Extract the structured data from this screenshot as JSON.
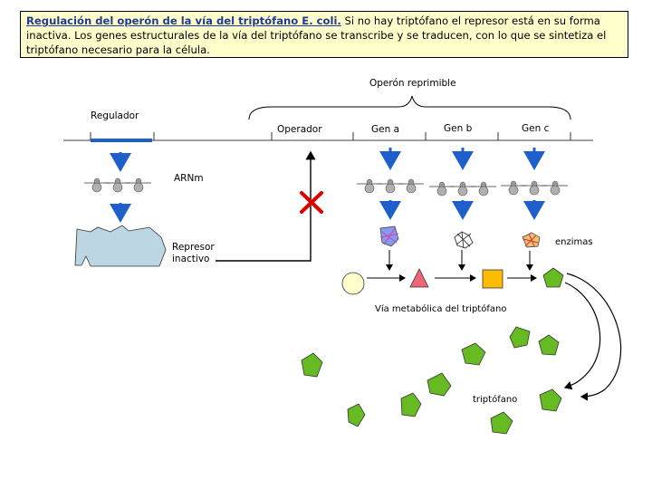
{
  "caption": {
    "title": "Regulación del operón de la vía del triptófano E. coli.",
    "text": " Si  no hay triptófano el represor está en su forma inactiva. Los genes estructurales de la vía del triptófano se transcribe y se traducen, con lo que se sintetiza el triptófano necesario para la célula."
  },
  "labels": {
    "operon": "Operón reprimible",
    "regulador": "Regulador",
    "operador": "Operador",
    "gen_a": "Gen a",
    "gen_b": "Gen b",
    "gen_c": "Gen c",
    "arnm": "ARNm",
    "represor_line1": "Represor",
    "represor_line2": "inactivo",
    "enzimas": "enzimas",
    "via": "Vía metabólica del triptófano",
    "triptofano": "triptófano"
  },
  "colors": {
    "gene_bar": "#1f5fcc",
    "arrow": "#1f5fcc",
    "block_x": "#dd0000",
    "repressor": "#bcd7e3",
    "pentagon": "#66bb22",
    "circle": "#ffffcc",
    "triangle": "#ee6677",
    "square": "#ffbb00",
    "caption_bg": "#ffffcc",
    "title_text": "#1f3a93"
  }
}
